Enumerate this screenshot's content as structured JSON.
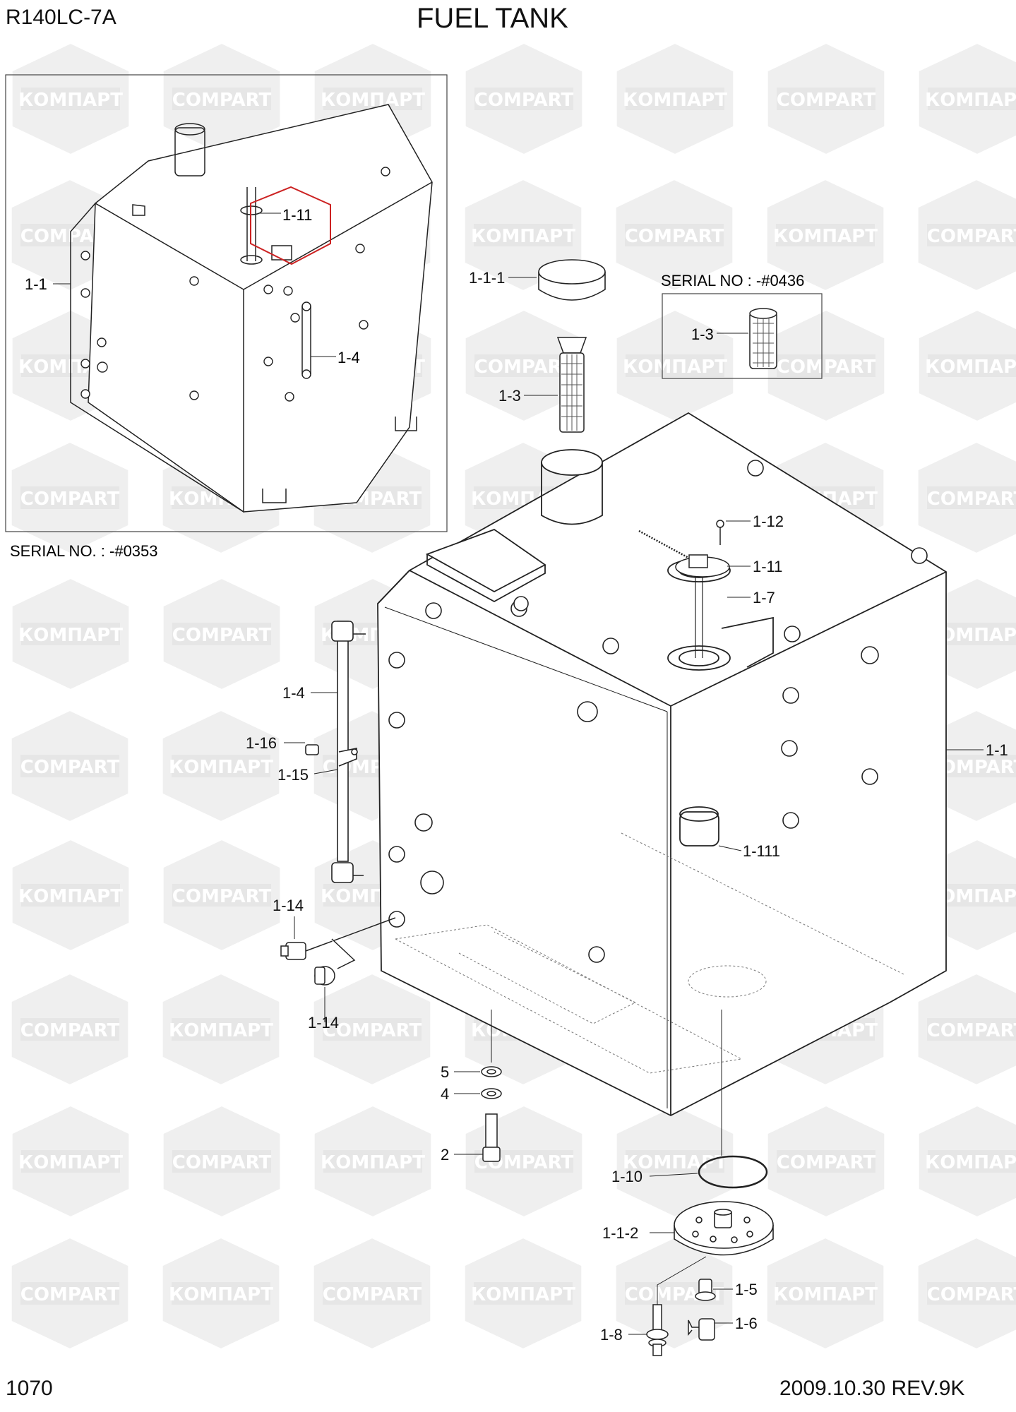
{
  "header": {
    "model": "R140LC-7A",
    "title": "FUEL TANK"
  },
  "footer": {
    "page_number": "1070",
    "date_rev": "2009.10.30  REV.9K"
  },
  "inset": {
    "serial_note": "SERIAL NO. : -#0353",
    "labels": [
      "1-11",
      "1-1",
      "1-4"
    ]
  },
  "filter_variant": {
    "serial_note": "SERIAL NO : -#0436",
    "label": "1-3"
  },
  "callouts": [
    "1-1-1",
    "1-3",
    "1-12",
    "1-11",
    "1-7",
    "1-4",
    "1-16",
    "1-15",
    "1-1",
    "1-111",
    "1-14",
    "1-14",
    "5",
    "4",
    "2",
    "1-10",
    "1-1-2",
    "1-5",
    "1-6",
    "1-8"
  ],
  "watermark": {
    "text_a": "КОМПАРТ",
    "text_b": "COMPART"
  }
}
